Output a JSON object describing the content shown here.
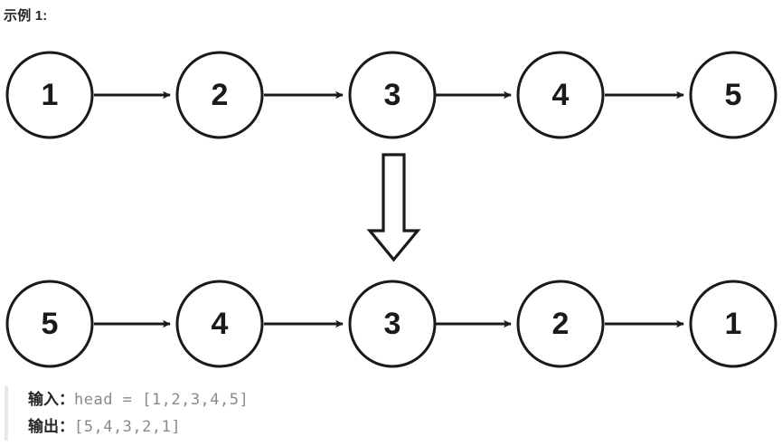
{
  "heading": "示例 1:",
  "colors": {
    "stroke": "#1a1a1a",
    "text": "#1a1a1a",
    "background": "#ffffff",
    "quote_border": "#e8e8e8",
    "value_text": "#8a8a8a",
    "label_text": "#262626"
  },
  "diagram": {
    "type": "linked-list-reversal",
    "transform_icon": "down-block-arrow",
    "rows": [
      {
        "name": "input-list",
        "nodes": [
          "1",
          "2",
          "3",
          "4",
          "5"
        ],
        "connector": "arrow-right"
      },
      {
        "name": "output-list",
        "nodes": [
          "5",
          "4",
          "3",
          "2",
          "1"
        ],
        "connector": "arrow-right"
      }
    ]
  },
  "io": {
    "input": {
      "label": "输入：",
      "value": "head = [1,2,3,4,5]"
    },
    "output": {
      "label": "输出：",
      "value": "[5,4,3,2,1]"
    }
  }
}
